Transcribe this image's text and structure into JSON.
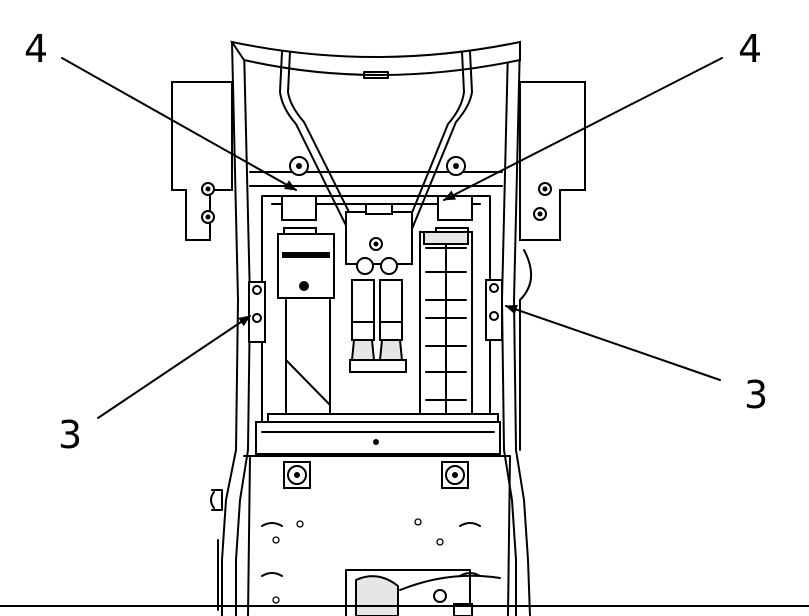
{
  "callouts": [
    {
      "id": "top-left",
      "label": "4"
    },
    {
      "id": "top-right",
      "label": "4"
    },
    {
      "id": "bottom-left",
      "label": "3"
    },
    {
      "id": "bottom-right",
      "label": "3"
    }
  ]
}
